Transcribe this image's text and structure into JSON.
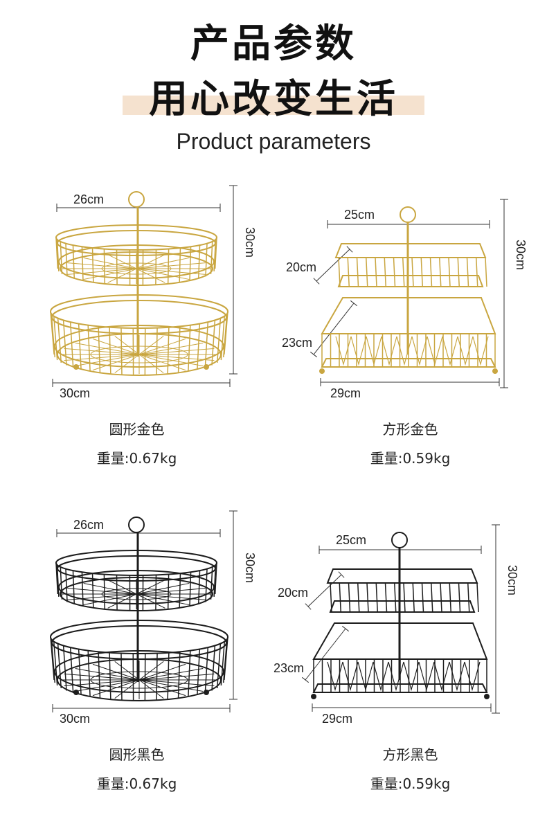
{
  "header": {
    "title_line1": "产品参数",
    "title_line2": "用心改变生活",
    "title_en": "Product parameters",
    "highlight_color": "#f5e2cf"
  },
  "products": [
    {
      "shape": "round",
      "color_hex": "#c9a640",
      "dims": {
        "top_width": "26cm",
        "height": "30cm",
        "bottom_width": "30cm"
      },
      "name": "圆形金色",
      "weight": "重量:0.67kg"
    },
    {
      "shape": "square",
      "color_hex": "#c9a640",
      "dims": {
        "top_width": "25cm",
        "height": "30cm",
        "top_depth": "20cm",
        "bottom_depth": "23cm",
        "bottom_width": "29cm"
      },
      "name": "方形金色",
      "weight": "重量:0.59kg"
    },
    {
      "shape": "round",
      "color_hex": "#1c1c1c",
      "dims": {
        "top_width": "26cm",
        "height": "30cm",
        "bottom_width": "30cm"
      },
      "name": "圆形黑色",
      "weight": "重量:0.67kg"
    },
    {
      "shape": "square",
      "color_hex": "#1c1c1c",
      "dims": {
        "top_width": "25cm",
        "height": "30cm",
        "top_depth": "20cm",
        "bottom_depth": "23cm",
        "bottom_width": "29cm"
      },
      "name": "方形黑色",
      "weight": "重量:0.59kg"
    }
  ]
}
